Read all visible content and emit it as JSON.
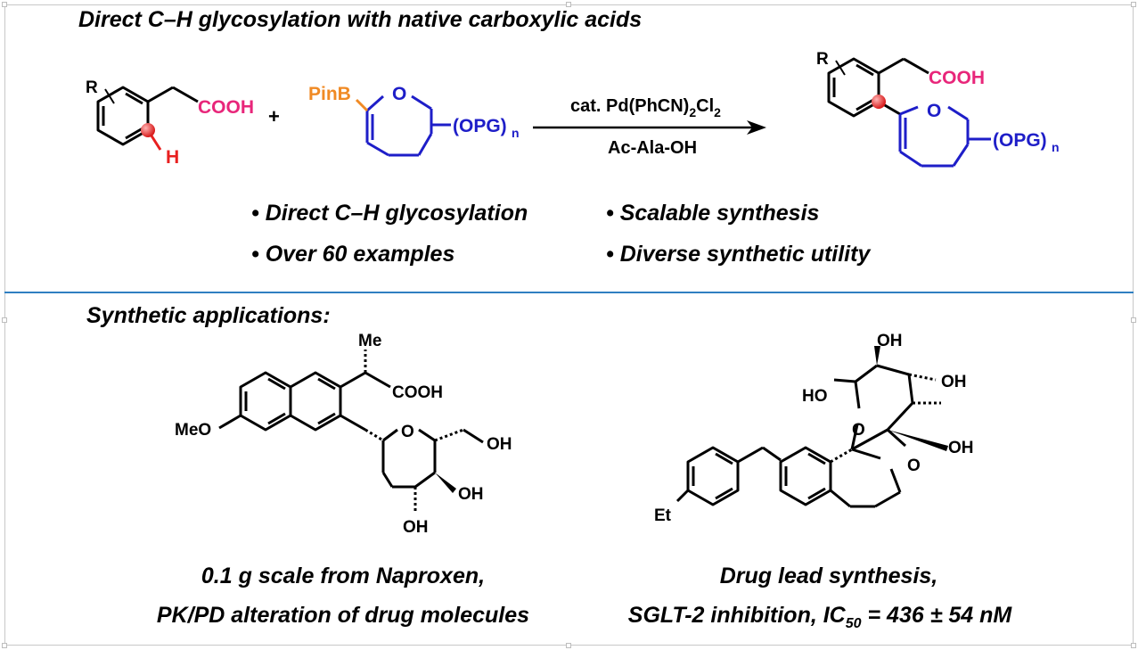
{
  "headings": {
    "top": "Direct C–H glycosylation with native carboxylic acids",
    "bottom": "Synthetic applications:"
  },
  "reaction": {
    "plus": "+",
    "reagent_line1_a": "cat. Pd(PhCN)",
    "reagent_line1_sub": "2",
    "reagent_line1_b": "Cl",
    "reagent_line1_sub2": "2",
    "reagent_line2": "Ac-Ala-OH",
    "acid_R": "R",
    "acid_COOH": "COOH",
    "acid_H": "H",
    "glycal_PinB": "PinB",
    "glycal_O": "O",
    "glycal_OPG": "(OPG)",
    "glycal_n": "n",
    "product_R": "R",
    "product_COOH": "COOH",
    "product_O": "O",
    "product_OPG": "(OPG)",
    "product_n": "n"
  },
  "bullets": [
    "• Direct C–H glycosylation",
    "• Scalable synthesis",
    "• Over 60 examples",
    "• Diverse synthetic utility"
  ],
  "applications": {
    "left": {
      "Me": "Me",
      "COOH": "COOH",
      "MeO": "MeO",
      "O": "O",
      "OH_right": "OH",
      "OH_mid": "OH",
      "OH_bottom": "OH",
      "caption_line1": "0.1 g scale from Naproxen,",
      "caption_line2": "PK/PD alteration of drug molecules"
    },
    "right": {
      "OH_top": "OH",
      "HO": "HO",
      "OH_right": "OH",
      "O_ring": "O",
      "OH_lower": "OH",
      "O_spiro": "O",
      "Et": "Et",
      "caption_line1": "Drug lead synthesis,",
      "caption_line2a": "SGLT-2  inhibition, IC",
      "caption_sub": "50",
      "caption_line2b": " = 436 ± 54 nM"
    }
  },
  "colors": {
    "acid": "#e8267a",
    "boron": "#f08a24",
    "sugar": "#1e1ec8",
    "hydrogen": "#e82020",
    "divider": "#2f7fc1",
    "dot": "#e53935"
  }
}
